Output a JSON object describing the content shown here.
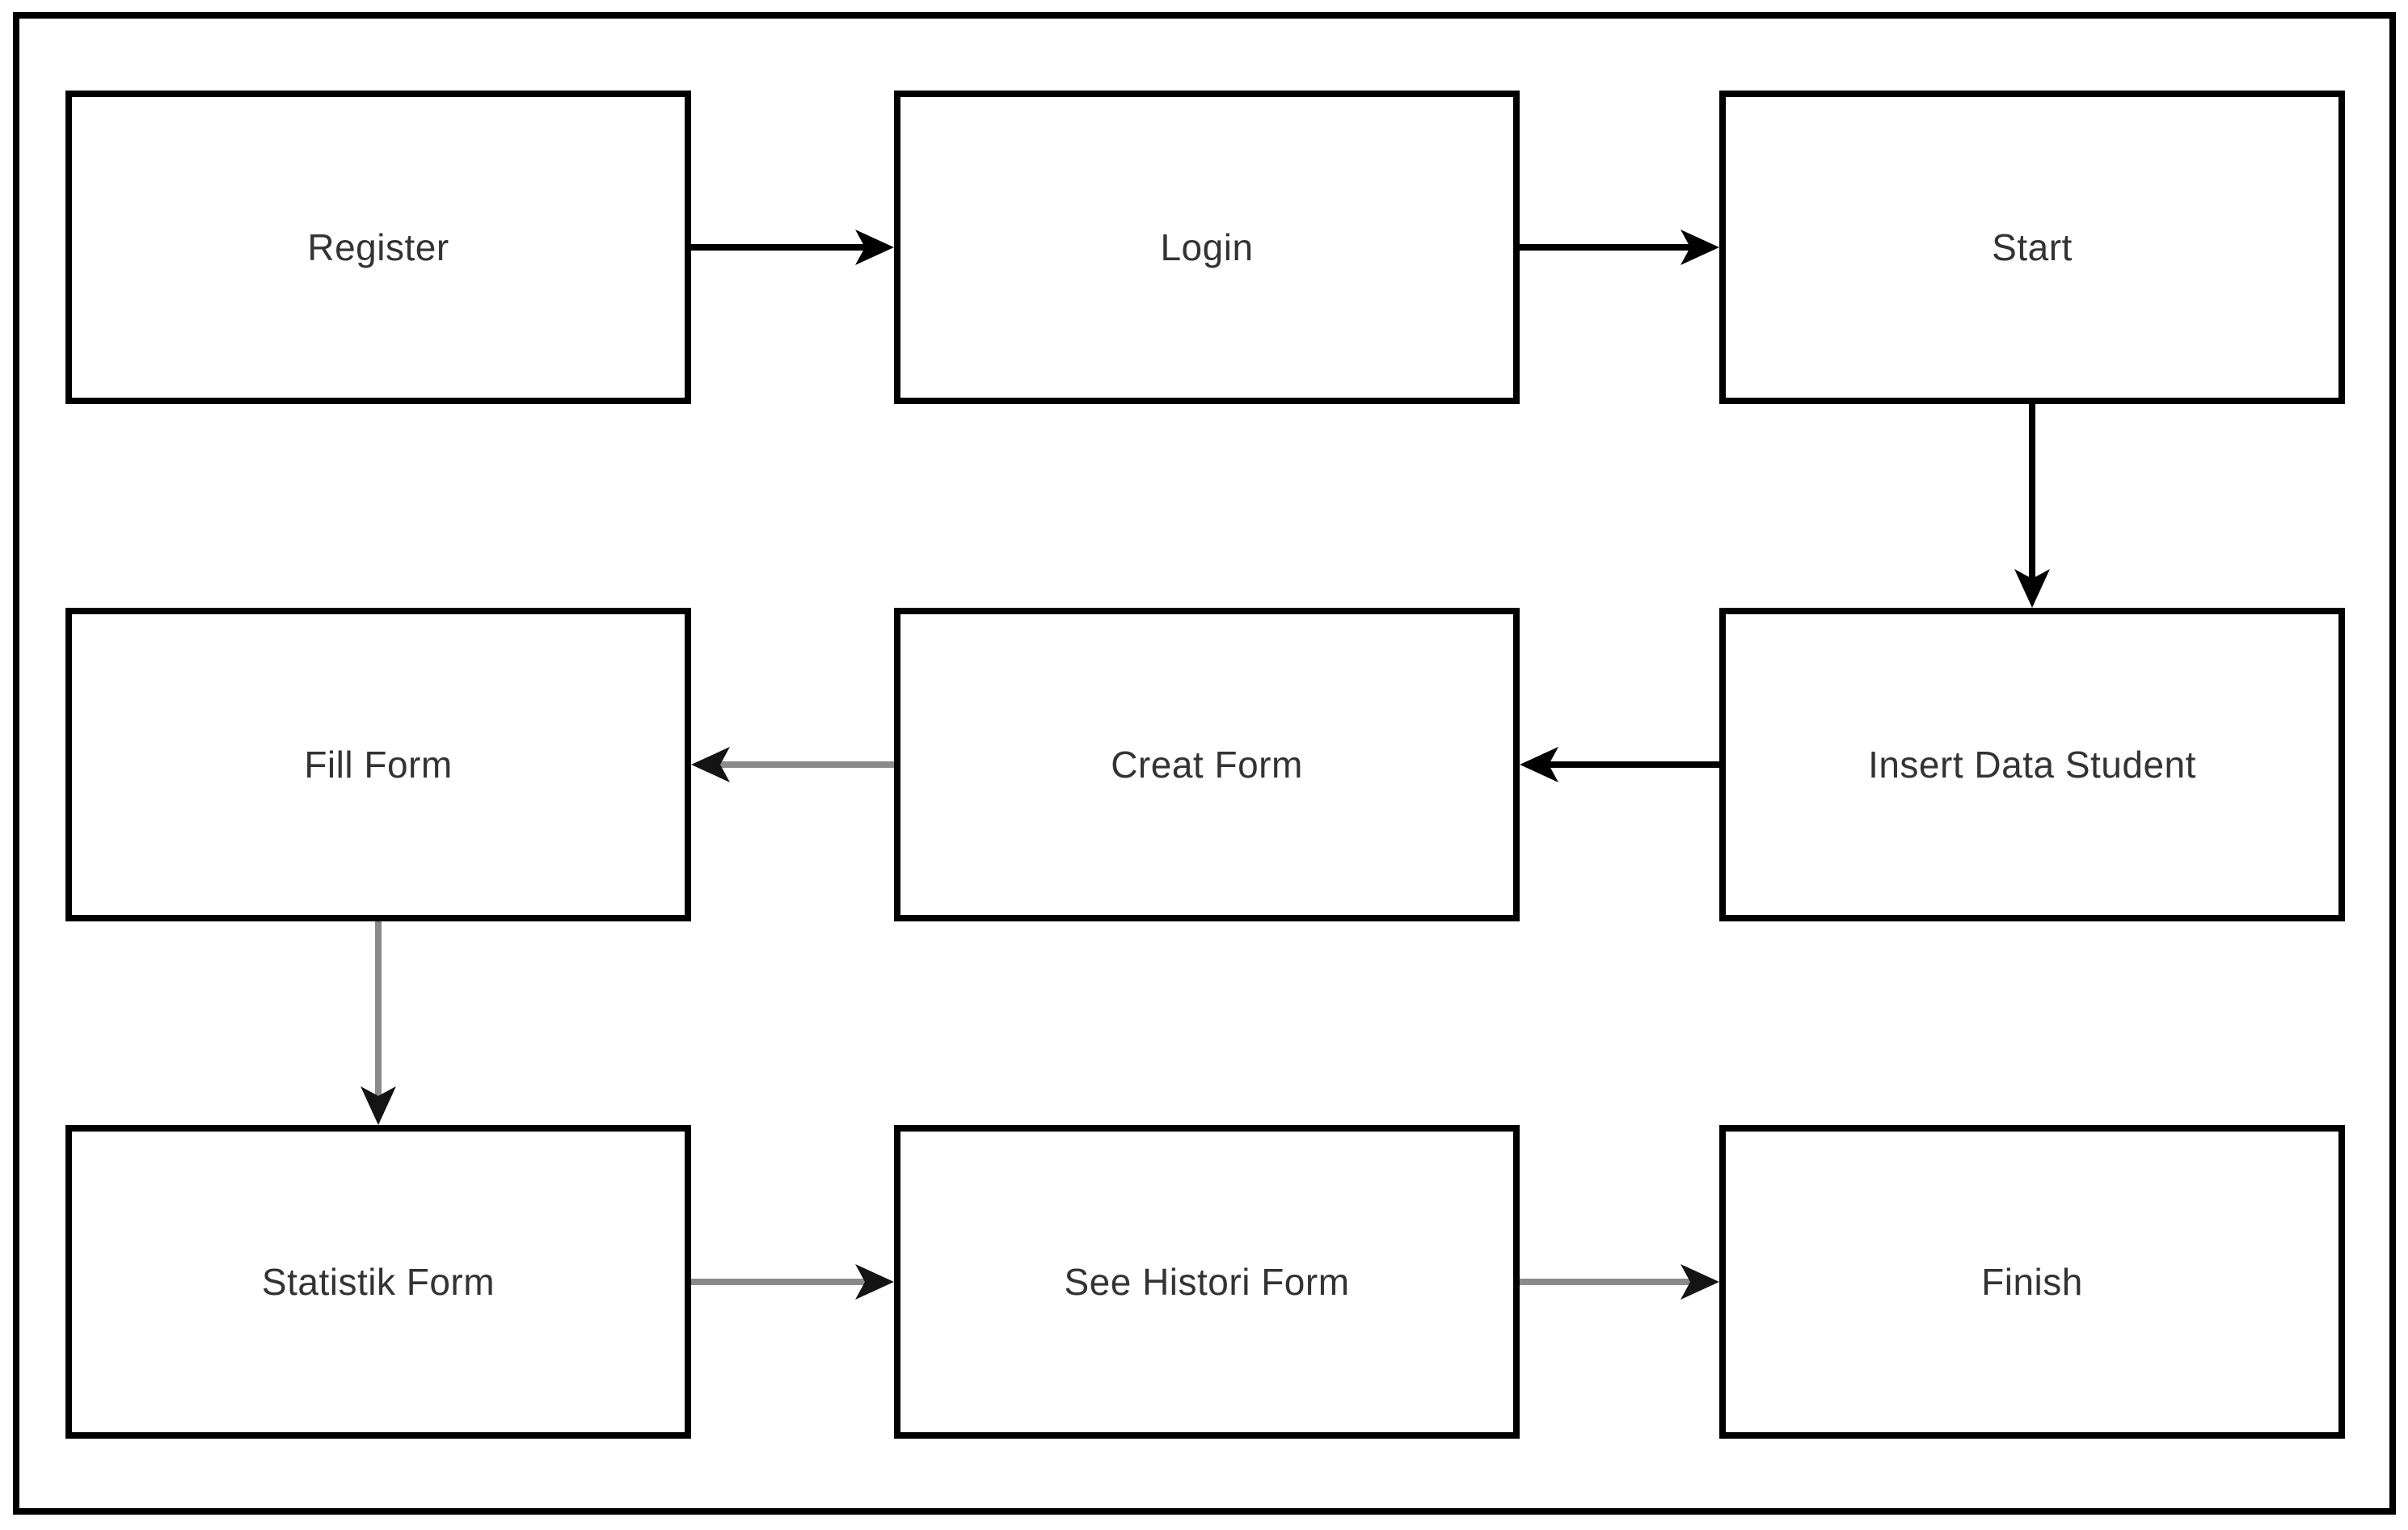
{
  "diagram": {
    "type": "flowchart",
    "nodes": [
      {
        "id": "register",
        "label": "Register"
      },
      {
        "id": "login",
        "label": "Login"
      },
      {
        "id": "start",
        "label": "Start"
      },
      {
        "id": "insert-data-student",
        "label": "Insert Data Student"
      },
      {
        "id": "creat-form",
        "label": "Creat Form"
      },
      {
        "id": "fill-form",
        "label": "Fill Form"
      },
      {
        "id": "statistik-form",
        "label": "Statistik Form"
      },
      {
        "id": "see-histori-form",
        "label": "See Histori Form"
      },
      {
        "id": "finish",
        "label": "Finish"
      }
    ],
    "edges": [
      {
        "from": "Register",
        "to": "Login",
        "color": "black"
      },
      {
        "from": "Login",
        "to": "Start",
        "color": "black"
      },
      {
        "from": "Start",
        "to": "Insert Data Student",
        "color": "black"
      },
      {
        "from": "Insert Data Student",
        "to": "Creat Form",
        "color": "black"
      },
      {
        "from": "Creat Form",
        "to": "Fill Form",
        "color": "gray"
      },
      {
        "from": "Fill Form",
        "to": "Statistik Form",
        "color": "gray"
      },
      {
        "from": "Statistik Form",
        "to": "See Histori Form",
        "color": "gray"
      },
      {
        "from": "See Histori Form",
        "to": "Finish",
        "color": "gray"
      }
    ],
    "colors": {
      "box_border": "#000000",
      "box_fill": "#ffffff",
      "text": "#333333",
      "edge_black": "#000000",
      "edge_gray": "#8a8a8a",
      "arrowhead_dark": "#141414",
      "outer_frame": "#000000",
      "background": "#ffffff"
    }
  }
}
